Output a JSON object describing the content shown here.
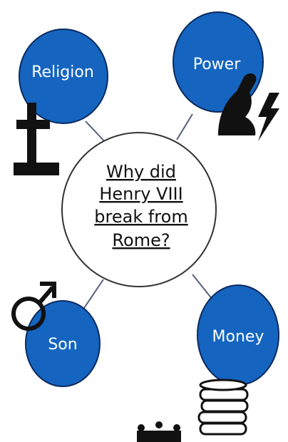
{
  "center": {
    "question_lines": [
      "Why did",
      "Henry VIII",
      "break from",
      "Rome?"
    ]
  },
  "nodes": {
    "religion": {
      "label": "Religion",
      "icon": "cross-icon"
    },
    "power": {
      "label": "Power",
      "icon": "flexed-arm-lightning-icon"
    },
    "son": {
      "label": "Son",
      "icon": "male-symbol-icon"
    },
    "money": {
      "label": "Money",
      "icon": "coin-stack-icon"
    }
  },
  "colors": {
    "node_fill": "#1565c0",
    "node_stroke": "#0a2a5e",
    "center_fill": "#ffffff",
    "connector": "#56607a",
    "icon": "#111111"
  }
}
